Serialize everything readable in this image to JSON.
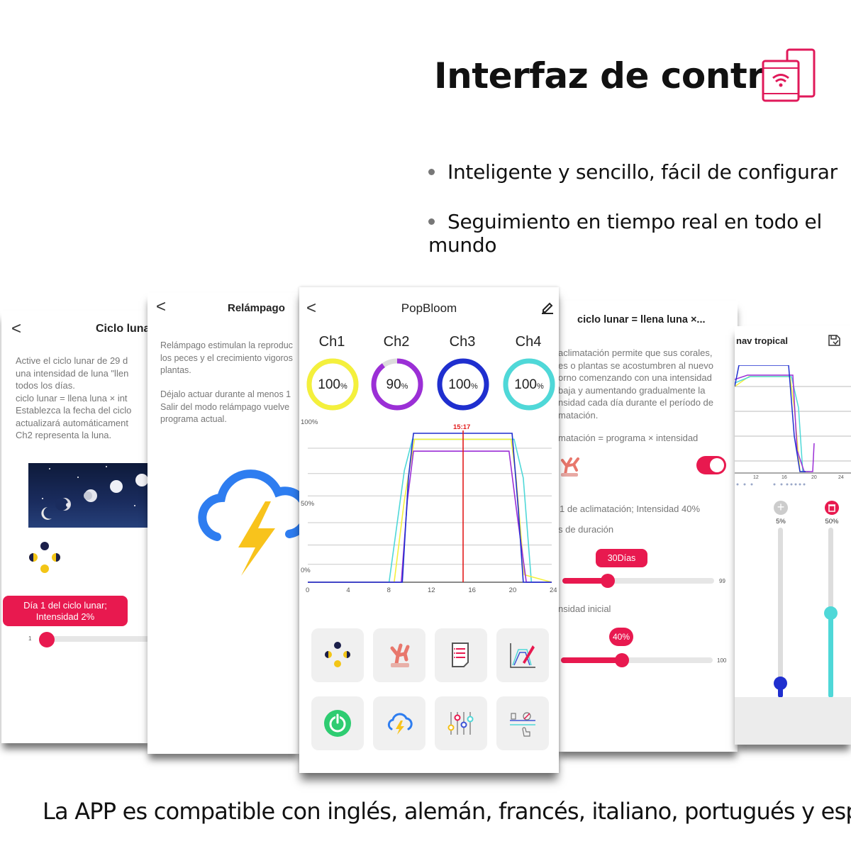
{
  "header": {
    "title": "Interfaz de control",
    "bullets": [
      "Inteligente y sencillo, fácil de configurar",
      "Seguimiento en tiempo real en todo el mundo"
    ],
    "footer": "La APP es compatible con inglés, alemán, francés, italiano, portugués y español."
  },
  "card1": {
    "back": "<",
    "title": "Ciclo luna",
    "lines": [
      "Active el ciclo lunar de 29 d",
      "una intensidad de luna \"llen",
      "todos los días.",
      "ciclo lunar = llena luna × int",
      "Establezca la fecha del ciclo",
      "actualizará automáticament",
      "Ch2 representa la luna."
    ],
    "badge": "Día 1 del ciclo lunar; Intensidad 2%",
    "slider_min": "1"
  },
  "card2": {
    "back": "<",
    "title": "Relámpago",
    "para1": [
      "Relámpago estimulan la reproduc",
      "los peces y el crecimiento vigoros",
      "plantas."
    ],
    "para2": [
      "Déjalo actuar durante al menos 1",
      "Salir del modo relámpago vuelve",
      "programa actual."
    ]
  },
  "card3": {
    "back": "<",
    "title": "PopBloom",
    "channels": [
      {
        "label": "Ch1",
        "value": "100",
        "unit": "%",
        "level": 1.0,
        "color": "#f4f03c"
      },
      {
        "label": "Ch2",
        "value": "90",
        "unit": "%",
        "level": 0.9,
        "color": "#9b2fd6"
      },
      {
        "label": "Ch3",
        "value": "100",
        "unit": "%",
        "level": 1.0,
        "color": "#1f2fcf"
      },
      {
        "label": "Ch4",
        "value": "100",
        "unit": "%",
        "level": 1.0,
        "color": "#4fd8d8"
      }
    ],
    "chart": {
      "y_ticks": [
        "100%",
        "50%",
        "0%"
      ],
      "x_ticks": [
        "0",
        "4",
        "8",
        "12",
        "16",
        "20",
        "24"
      ],
      "now_label": "15:17",
      "now_hour": 15.28
    }
  },
  "card4": {
    "title": "ciclo lunar = llena luna ×...",
    "lines": [
      "aclimatación permite que sus corales,",
      "es o plantas se acostumbren al nuevo",
      "orno comenzando con una intensidad",
      "baja y aumentando gradualmente la",
      "nsidad cada día durante el período de",
      "matación."
    ],
    "formula": "matación = programa × intensidad",
    "day_text": "1 de aclimatación; Intensidad 40%",
    "duration_label": "s de duración",
    "duration_badge": "30Días",
    "duration_max": "99",
    "duration_level": 0.3,
    "intensity_label": "nsidad inicial",
    "intensity_badge": "40%",
    "intensity_max": "100",
    "intensity_level": 0.4
  },
  "card5": {
    "title": "nav tropical",
    "x_ticks": [
      "12",
      "16",
      "20",
      "24"
    ],
    "slider1_label": "5%",
    "slider2_label": "50%"
  }
}
